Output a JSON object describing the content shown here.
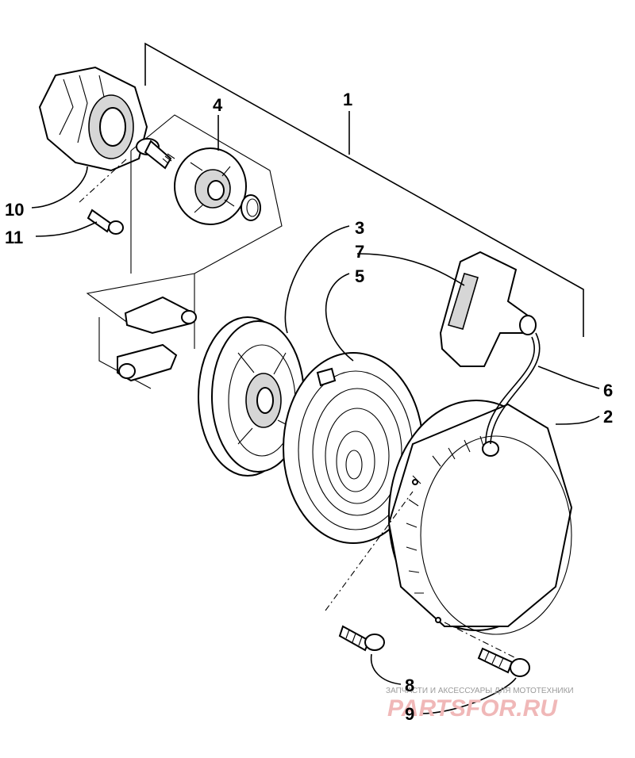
{
  "callouts": [
    {
      "id": "1",
      "text": "1"
    },
    {
      "id": "2",
      "text": "2"
    },
    {
      "id": "3",
      "text": "3"
    },
    {
      "id": "4",
      "text": "4"
    },
    {
      "id": "5",
      "text": "5"
    },
    {
      "id": "6",
      "text": "6"
    },
    {
      "id": "7",
      "text": "7"
    },
    {
      "id": "8",
      "text": "8"
    },
    {
      "id": "9",
      "text": "9"
    },
    {
      "id": "10",
      "text": "10"
    },
    {
      "id": "11",
      "text": "11"
    }
  ],
  "watermark": {
    "tagline": "ЗАПЧАСТИ И АКСЕССУАРЫ ДЛЯ МОТОТЕХНИКИ",
    "logo": "PARTSFOR.RU"
  }
}
